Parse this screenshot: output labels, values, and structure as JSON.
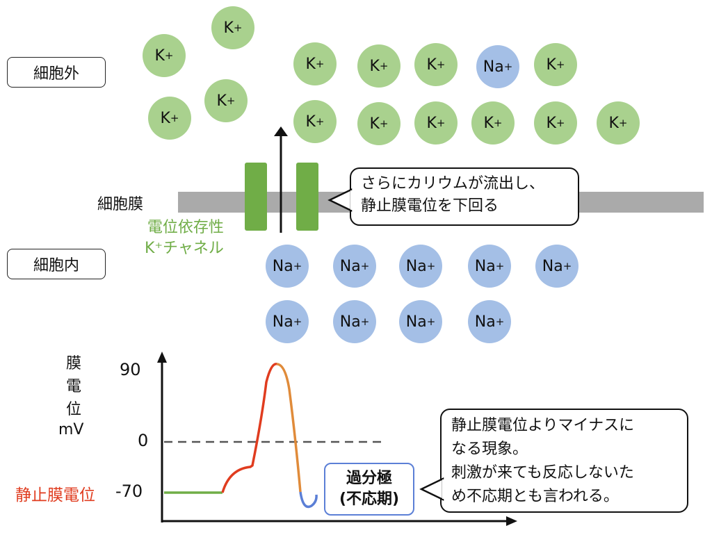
{
  "labels": {
    "outside": "細胞外",
    "inside": "細胞内",
    "membrane": "細胞膜",
    "channel_line1": "電位依存性",
    "channel_line2": "K⁺チャネル"
  },
  "ions": {
    "k": "K",
    "na": "Na",
    "plus": "+"
  },
  "callout_top": {
    "line1": "さらにカリウムが流出し、",
    "line2": "静止膜電位を下回る"
  },
  "callout_bottom": {
    "line1": "静止膜電位よりマイナスに",
    "line2": "なる現象。",
    "line3": "刺激が来ても反応しないた",
    "line4": "め不応期とも言われる。"
  },
  "hyperpolarization": {
    "line1": "過分極",
    "line2": "(不応期)"
  },
  "chart_data": {
    "type": "line",
    "ylabel_chars": [
      "膜",
      "電",
      "位"
    ],
    "yunit": "mV",
    "yticks": [
      "90",
      "0",
      "-70"
    ],
    "resting_label": "静止膜電位",
    "ylim": [
      -100,
      100
    ],
    "phases": [
      {
        "name": "resting",
        "color": "#70ad47"
      },
      {
        "name": "depolarization",
        "color": "#e03c1f"
      },
      {
        "name": "repolarization",
        "color": "#e08b3a"
      },
      {
        "name": "hyperpolarization",
        "color": "#5b7fd6"
      }
    ]
  },
  "colors": {
    "k": "#a9d18e",
    "na": "#a4bfe6",
    "channel": "#70ad47",
    "membrane": "#aaaaaa",
    "resting_label": "#e03c1f"
  }
}
